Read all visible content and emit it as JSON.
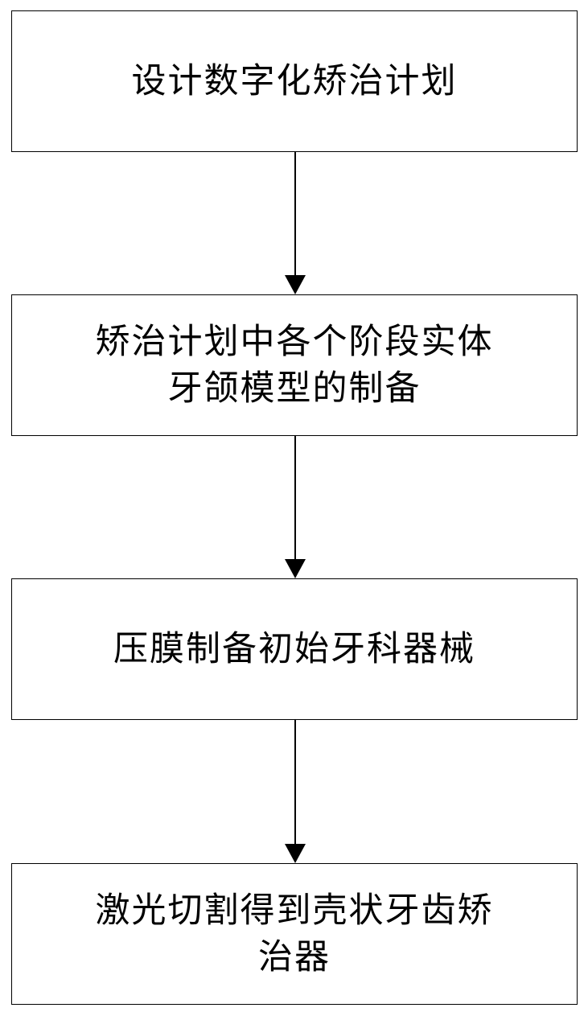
{
  "flowchart": {
    "steps": [
      {
        "label": "设计数字化矫治计划"
      },
      {
        "label": "矫治计划中各个阶段实体\n牙颌模型的制备"
      },
      {
        "label": "压膜制备初始牙科器械"
      },
      {
        "label": "激光切割得到壳状牙齿矫\n治器"
      }
    ]
  }
}
